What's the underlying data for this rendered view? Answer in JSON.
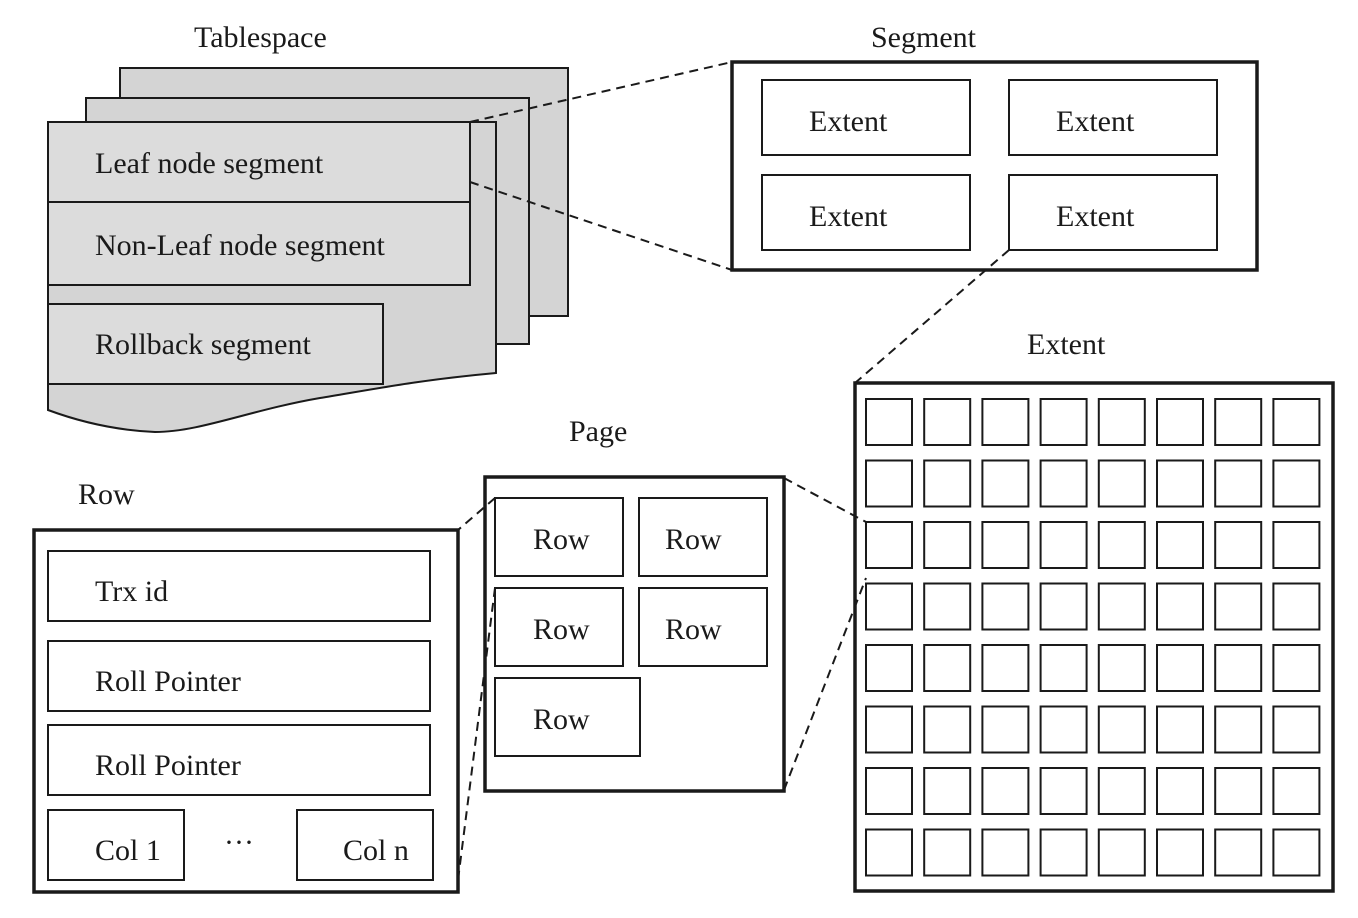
{
  "tablespace": {
    "title": "Tablespace",
    "segments": [
      "Leaf node segment",
      "Non-Leaf node segment",
      "Rollback segment"
    ]
  },
  "segment": {
    "title": "Segment",
    "extents": [
      "Extent",
      "Extent",
      "Extent",
      "Extent"
    ]
  },
  "extent": {
    "title": "Extent",
    "grid_rows": 8,
    "grid_cols": 8
  },
  "page": {
    "title": "Page",
    "rows": [
      "Row",
      "Row",
      "Row",
      "Row",
      "Row"
    ]
  },
  "row": {
    "title": "Row",
    "fields": [
      "Trx id",
      "Roll Pointer",
      "Roll Pointer"
    ],
    "col_first": "Col 1",
    "col_ellipsis": "···",
    "col_last": "Col n"
  }
}
